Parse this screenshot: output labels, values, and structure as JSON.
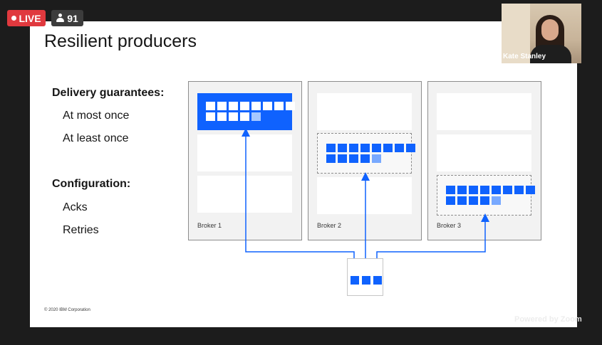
{
  "overlay": {
    "live_label": "LIVE",
    "viewer_count": "91",
    "presenter_name": "Kate Stanley",
    "powered_by": "Powered by Zoom"
  },
  "slide": {
    "title": "Resilient producers",
    "delivery_heading": "Delivery guarantees:",
    "delivery_items": [
      "At most once",
      "At least once"
    ],
    "config_heading": "Configuration:",
    "config_items": [
      "Acks",
      "Retries"
    ],
    "copyright": "© 2020 IBM Corporation",
    "brokers": [
      {
        "label": "Broker 1"
      },
      {
        "label": "Broker 2"
      },
      {
        "label": "Broker 3"
      }
    ]
  },
  "colors": {
    "accent": "#0f62fe",
    "accent_light": "#78a9ff",
    "live_red": "#e0393e",
    "broker_bg": "#f2f2f2"
  },
  "icons": [
    "person-icon",
    "live-dot-icon"
  ]
}
